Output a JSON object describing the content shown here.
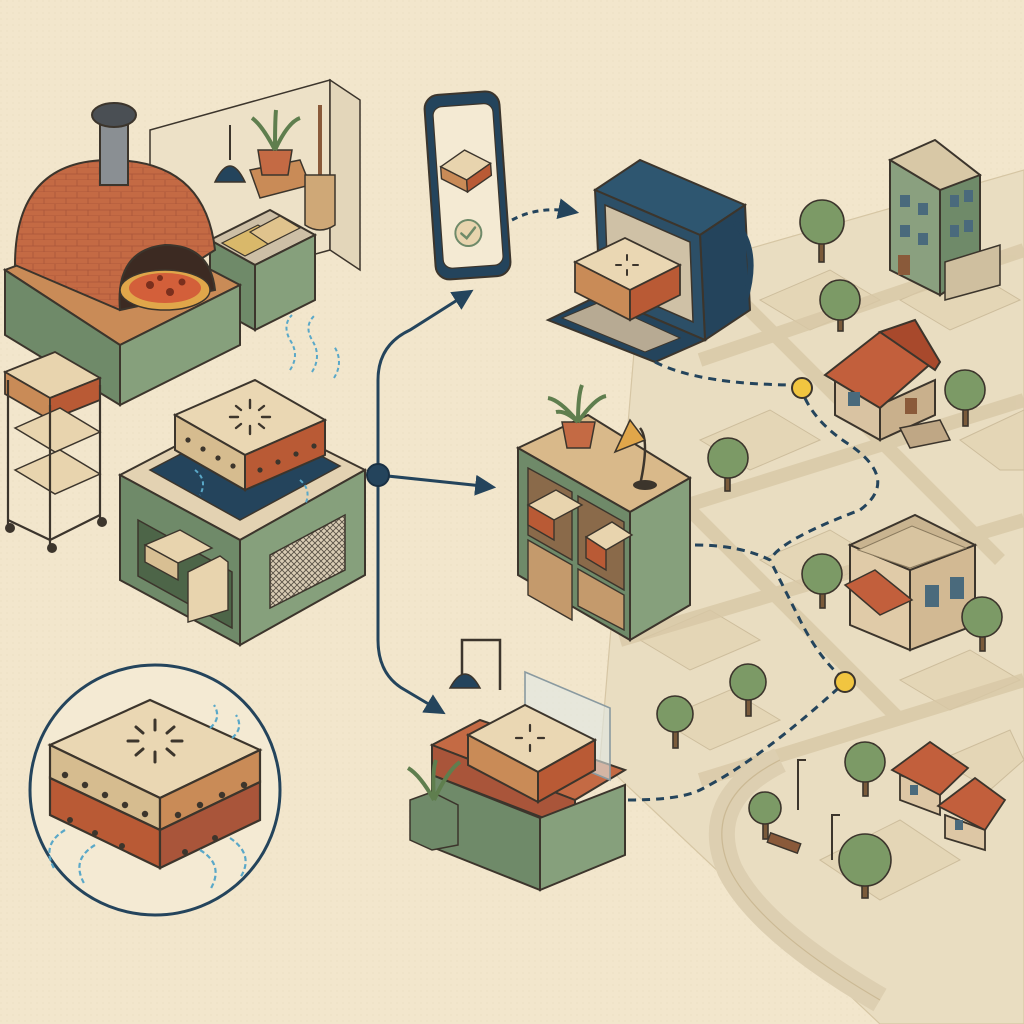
{
  "palette": {
    "background": "#f2e6cc",
    "ink": "#3c352c",
    "navy": "#24445c",
    "terracotta": "#c46a44",
    "box_tan": "#e8d4ae",
    "box_red": "#b95a35",
    "sage": "#6f8a69",
    "sage_dark": "#53704e",
    "map_block": "#e7dbbd",
    "map_road": "#ddceb0",
    "tree_green": "#7c9a66",
    "route_node": "#f1c540"
  },
  "icons": {
    "oven": "pizza-oven-icon",
    "phone_check": "checkmark-icon",
    "bag": "insulated-delivery-bag-icon",
    "hub": "dispatch-hub-node-icon",
    "vent": "vented-pizza-box-icon"
  },
  "flow": {
    "origin": "vented-box-warming-station",
    "branches": [
      "delivery-bag",
      "pickup-shelf",
      "counter-handoff"
    ],
    "route_stops": 2
  }
}
